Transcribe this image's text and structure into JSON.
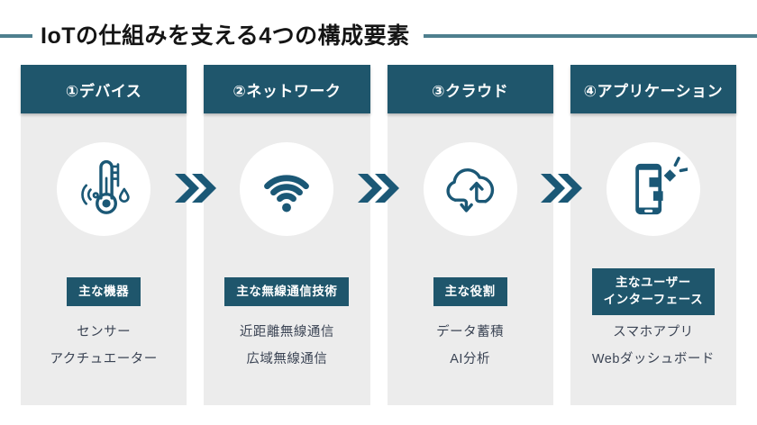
{
  "title": {
    "text": "IoTの仕組みを支える4つの構成要素"
  },
  "columns": [
    {
      "header": "①デバイス",
      "icon": "thermometer-sensor-icon",
      "badge": "主な機器",
      "items": [
        "センサー",
        "アクチュエーター"
      ]
    },
    {
      "header": "②ネットワーク",
      "icon": "wifi-icon",
      "badge": "主な無線通信技術",
      "items": [
        "近距離無線通信",
        "広域無線通信"
      ]
    },
    {
      "header": "③クラウド",
      "icon": "cloud-sync-icon",
      "badge": "主な役割",
      "items": [
        "データ蓄積",
        "AI分析"
      ]
    },
    {
      "header": "④アプリケーション",
      "icon": "smartphone-apps-icon",
      "badge": "主なユーザー\nインターフェース",
      "items": [
        "スマホアプリ",
        "Webダッシュボード"
      ]
    }
  ],
  "arrows": {
    "between_columns": 3,
    "style": "double-chevron-right"
  },
  "colors": {
    "accent_dark": "#1F566C",
    "icon_color": "#1B5876",
    "title_line": "#4E7F8E",
    "column_bg": "#ECECEC",
    "body_text": "#3B4454",
    "background": "#FFFFFF"
  }
}
